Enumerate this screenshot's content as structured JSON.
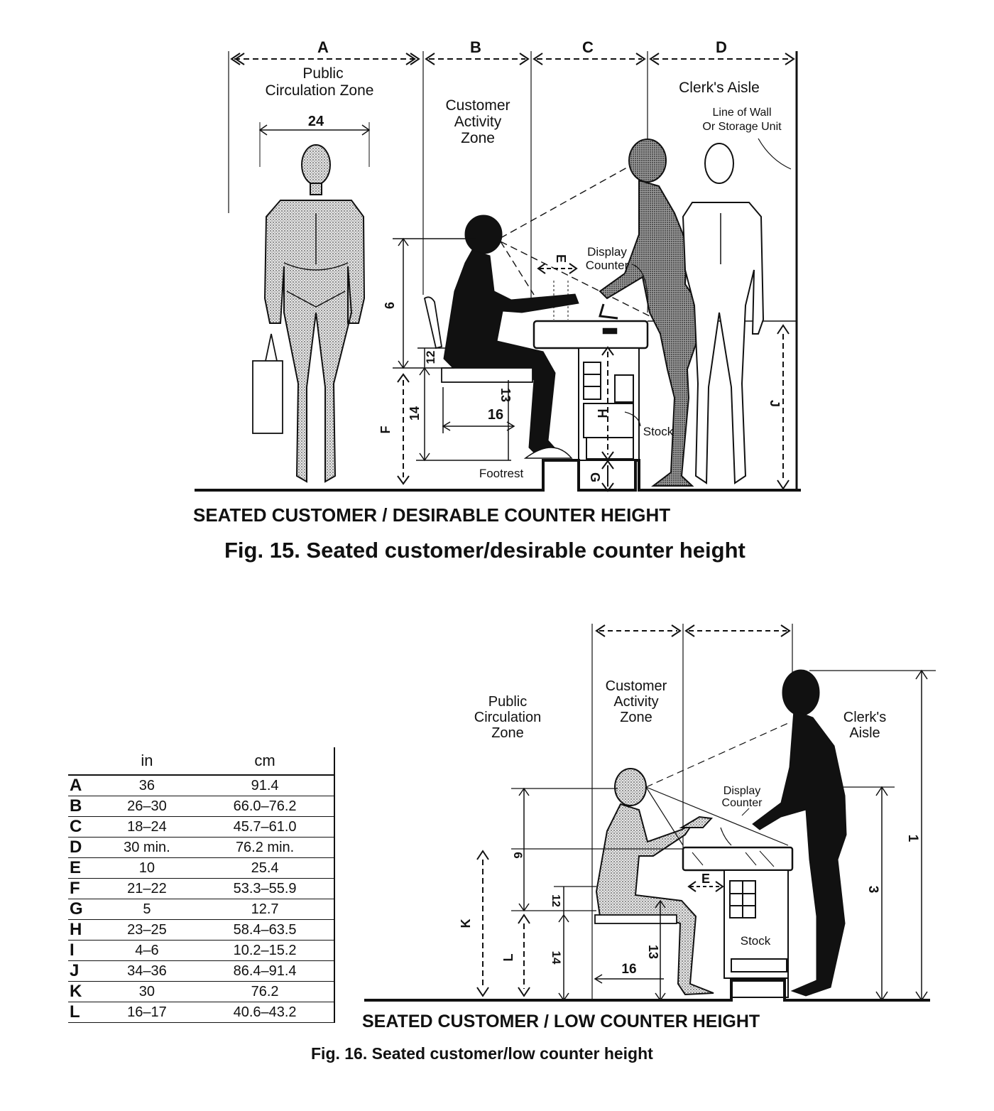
{
  "figure15": {
    "zones": {
      "A_letter": "A",
      "B_letter": "B",
      "C_letter": "C",
      "D_letter": "D",
      "public_line1": "Public",
      "public_line2": "Circulation Zone",
      "customer_line1": "Customer",
      "customer_line2": "Activity",
      "customer_line3": "Zone",
      "clerks_aisle": "Clerk's Aisle",
      "wall_line1": "Line of Wall",
      "wall_line2": "Or Storage Unit"
    },
    "labels": {
      "dim_24": "24",
      "dim_6": "6",
      "dim_12": "12",
      "dim_13": "13",
      "dim_14": "14",
      "dim_16": "16",
      "E": "E",
      "F": "F",
      "G": "G",
      "H": "H",
      "J": "J",
      "display_line1": "Display",
      "display_line2": "Counter",
      "stock": "Stock",
      "footrest": "Footrest"
    },
    "heading": "SEATED CUSTOMER / DESIRABLE COUNTER HEIGHT",
    "caption": "Fig. 15. Seated customer/desirable counter height"
  },
  "figure16": {
    "zones": {
      "public_line1": "Public",
      "public_line2": "Circulation",
      "public_line3": "Zone",
      "customer_line1": "Customer",
      "customer_line2": "Activity",
      "customer_line3": "Zone",
      "clerks_line1": "Clerk's",
      "clerks_line2": "Aisle"
    },
    "labels": {
      "display_line1": "Display",
      "display_line2": "Counter",
      "dim_6": "6",
      "dim_12": "12",
      "dim_13": "13",
      "dim_14": "14",
      "dim_16": "16",
      "dim_1": "1",
      "dim_3": "3",
      "E": "E",
      "K": "K",
      "L": "L",
      "stock": "Stock"
    },
    "heading": "SEATED CUSTOMER / LOW COUNTER HEIGHT",
    "caption": "Fig. 16. Seated customer/low counter height"
  },
  "table": {
    "headers": [
      "in",
      "cm"
    ],
    "rows": [
      {
        "key": "A",
        "in": "36",
        "cm": "91.4"
      },
      {
        "key": "B",
        "in": "26–30",
        "cm": "66.0–76.2"
      },
      {
        "key": "C",
        "in": "18–24",
        "cm": "45.7–61.0"
      },
      {
        "key": "D",
        "in": "30 min.",
        "cm": "76.2 min."
      },
      {
        "key": "E",
        "in": "10",
        "cm": "25.4"
      },
      {
        "key": "F",
        "in": "21–22",
        "cm": "53.3–55.9"
      },
      {
        "key": "G",
        "in": "5",
        "cm": "12.7"
      },
      {
        "key": "H",
        "in": "23–25",
        "cm": "58.4–63.5"
      },
      {
        "key": "I",
        "in": "4–6",
        "cm": "10.2–15.2"
      },
      {
        "key": "J",
        "in": "34–36",
        "cm": "86.4–91.4"
      },
      {
        "key": "K",
        "in": "30",
        "cm": "76.2"
      },
      {
        "key": "L",
        "in": "16–17",
        "cm": "40.6–43.2"
      }
    ]
  }
}
